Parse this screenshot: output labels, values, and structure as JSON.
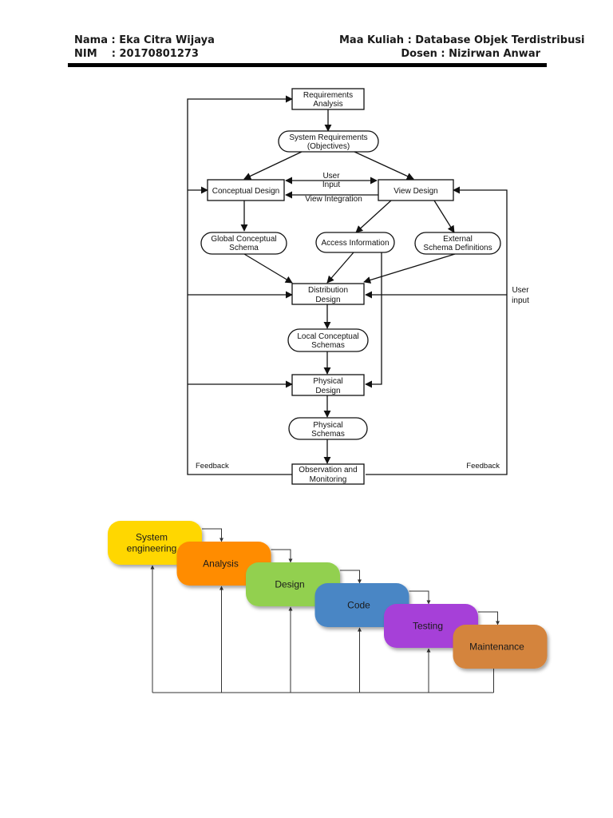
{
  "header": {
    "name_line": "Nama : Eka Citra Wijaya",
    "nim_line": "NIM    : 20170801273",
    "course_line": "Maa Kuliah : Database Objek Terdistribusi",
    "lecturer_line": "Dosen : Nizirwan Anwar"
  },
  "flowchart": {
    "requirements_analysis": [
      "Requirements",
      "Analysis"
    ],
    "system_requirements": [
      "System Requirements",
      "(Objectives)"
    ],
    "conceptual_design": "Conceptual Design",
    "view_design": "View Design",
    "user_input_top": [
      "User",
      "Input"
    ],
    "view_integration": "View Integration",
    "global_conceptual_schema": [
      "Global Conceptual",
      "Schema"
    ],
    "access_information": "Access Information",
    "external_schema_definitions": [
      "External",
      "Schema Definitions"
    ],
    "distribution_design": [
      "Distribution",
      "Design"
    ],
    "user_input_right": [
      "User",
      "input"
    ],
    "local_conceptual_schemas": [
      "Local Conceptual",
      "Schemas"
    ],
    "physical_design": [
      "Physical",
      "Design"
    ],
    "physical_schemas": [
      "Physical",
      "Schemas"
    ],
    "observation_monitoring": [
      "Observation and",
      "Monitoring"
    ],
    "feedback_left": "Feedback",
    "feedback_right": "Feedback"
  },
  "waterfall": {
    "stages": [
      {
        "label": [
          "System",
          "engineering"
        ],
        "color": "#FFD700"
      },
      {
        "label": [
          "Analysis"
        ],
        "color": "#FF8C00"
      },
      {
        "label": [
          "Design"
        ],
        "color": "#92D050"
      },
      {
        "label": [
          "Code"
        ],
        "color": "#4A86C5"
      },
      {
        "label": [
          "Testing"
        ],
        "color": "#A63FD8"
      },
      {
        "label": [
          "Maintenance"
        ],
        "color": "#D4843C"
      }
    ]
  }
}
